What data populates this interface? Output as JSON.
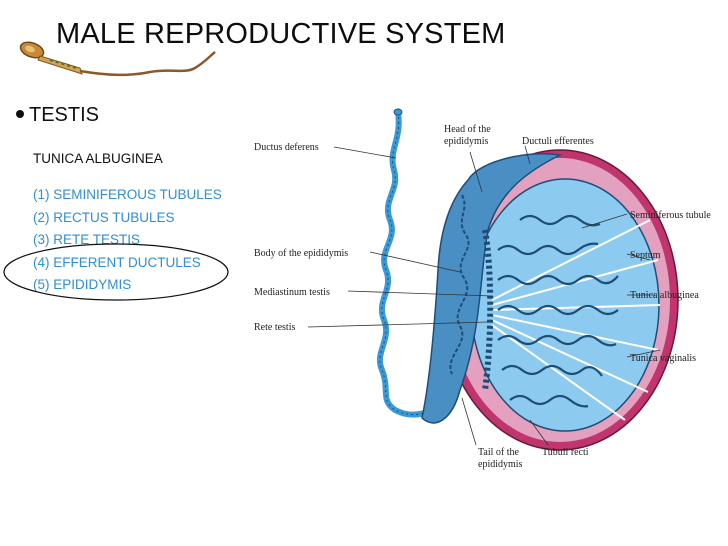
{
  "title": "MALE REPRODUCTIVE SYSTEM",
  "bullet": "TESTIS",
  "subheading": "TUNICA ALBUGINEA",
  "list": [
    "(1) SEMINIFEROUS TUBULES",
    "(2) RECTUS TUBULES",
    "(3) RETE TESTIS",
    "(4) EFFERENT DUCTULES",
    "(5) EPIDIDYMIS"
  ],
  "highlighted_items": [
    "(4) EFFERENT DUCTULES",
    "(5) EPIDIDYMIS"
  ],
  "diagram_labels": {
    "ductus_deferens": "Ductus deferens",
    "head_of_epididymis_1": "Head of the",
    "head_of_epididymis_2": "epididymis",
    "ductuli_efferentes": "Ductuli efferentes",
    "seminiferous_tubule": "Seminiferous tubule",
    "body_of_epididymis": "Body of the epididymis",
    "septum": "Septum",
    "mediastinum_testis": "Mediastinum testis",
    "tunica_albuginea": "Tunica albuginea",
    "rete_testis": "Rete testis",
    "tunica_vaginalis": "Tunica vaginalis",
    "tail_of_epididymis_1": "Tail of the",
    "tail_of_epididymis_2": "epididymis",
    "tubuli_recti": "Tubuli recti"
  },
  "colors": {
    "text": "#111111",
    "list_text": "#2f8fd0",
    "tubule_blue": "#3a9ad6",
    "tubule_dark": "#1e4e78",
    "tunica_pink": "#c0356e",
    "testis_fill": "#8ccbef"
  }
}
